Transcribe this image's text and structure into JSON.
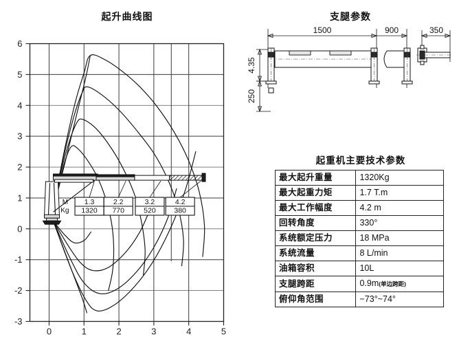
{
  "chart": {
    "title": "起升曲线图",
    "x_ticks": [
      "0",
      "1",
      "2",
      "3",
      "4",
      "5"
    ],
    "y_ticks": [
      "6",
      "5",
      "4",
      "3",
      "2",
      "1",
      "0",
      "-1",
      "-2",
      "-3"
    ],
    "unit_label_m": "M",
    "unit_label_kg": "Kg",
    "load_boxes": [
      {
        "radius": "1.3",
        "load": "1320"
      },
      {
        "radius": "2.2",
        "load": "770"
      },
      {
        "radius": "3.2",
        "load": "520"
      },
      {
        "radius": "4.2",
        "load": "380"
      }
    ]
  },
  "chart_data": {
    "type": "line",
    "title": "起升曲线图",
    "xlabel": "",
    "ylabel": "",
    "xlim": [
      -0.55,
      5.0
    ],
    "ylim": [
      -3,
      6
    ],
    "grid": true,
    "legend": false,
    "x_ticks": [
      0,
      1,
      2,
      3,
      4,
      5
    ],
    "y_ticks": [
      -3,
      -2,
      -1,
      0,
      1,
      2,
      3,
      4,
      5,
      6
    ],
    "annotations": [
      {
        "text": "M / 1.3",
        "value": "Kg / 1320"
      },
      {
        "text": "M / 2.2",
        "value": "Kg / 770"
      },
      {
        "text": "M / 3.2",
        "value": "Kg / 520"
      },
      {
        "text": "M / 4.2",
        "value": "Kg / 380"
      }
    ],
    "series": [
      {
        "name": "boom-fully-extended-upper",
        "points": [
          [
            0.05,
            0.3
          ],
          [
            0.45,
            2.6
          ],
          [
            0.75,
            4.1
          ],
          [
            1.0,
            5.05
          ],
          [
            1.18,
            5.62
          ],
          [
            1.6,
            5.48
          ],
          [
            2.1,
            5.1
          ],
          [
            2.6,
            4.6
          ],
          [
            3.1,
            3.95
          ],
          [
            3.6,
            3.1
          ],
          [
            4.0,
            2.2
          ],
          [
            4.3,
            1.2
          ],
          [
            4.45,
            0.1
          ],
          [
            4.4,
            -0.9
          ]
        ]
      },
      {
        "name": "boom-section-3-upper",
        "points": [
          [
            0.05,
            0.3
          ],
          [
            0.4,
            2.25
          ],
          [
            0.7,
            3.6
          ],
          [
            0.95,
            4.42
          ],
          [
            1.1,
            4.6
          ],
          [
            1.5,
            4.35
          ],
          [
            2.0,
            3.85
          ],
          [
            2.5,
            3.2
          ],
          [
            3.0,
            2.45
          ],
          [
            3.4,
            1.6
          ],
          [
            3.7,
            0.65
          ],
          [
            3.85,
            -0.35
          ],
          [
            3.8,
            -1.2
          ]
        ]
      },
      {
        "name": "boom-section-2-upper",
        "points": [
          [
            0.05,
            0.3
          ],
          [
            0.35,
            1.9
          ],
          [
            0.6,
            2.9
          ],
          [
            0.8,
            3.45
          ],
          [
            0.95,
            3.55
          ],
          [
            1.3,
            3.3
          ],
          [
            1.7,
            2.75
          ],
          [
            2.1,
            2.0
          ],
          [
            2.45,
            1.1
          ],
          [
            2.65,
            0.2
          ],
          [
            2.75,
            -0.7
          ],
          [
            2.7,
            -1.5
          ]
        ]
      },
      {
        "name": "boom-retracted-upper",
        "points": [
          [
            0.05,
            0.3
          ],
          [
            0.3,
            1.55
          ],
          [
            0.5,
            2.35
          ],
          [
            0.65,
            2.68
          ],
          [
            0.8,
            2.62
          ],
          [
            1.05,
            2.3
          ],
          [
            1.35,
            1.75
          ],
          [
            1.6,
            1.05
          ],
          [
            1.78,
            0.25
          ],
          [
            1.85,
            -0.55
          ],
          [
            1.82,
            -1.35
          ],
          [
            1.7,
            -2.0
          ]
        ]
      },
      {
        "name": "boom-straight-line",
        "points": [
          [
            0.05,
            0.3
          ],
          [
            0.5,
            2.35
          ],
          [
            0.8,
            3.75
          ],
          [
            1.05,
            4.9
          ],
          [
            1.18,
            5.62
          ]
        ]
      },
      {
        "name": "lower-arc-1",
        "points": [
          [
            0.12,
            0.25
          ],
          [
            0.55,
            -0.55
          ],
          [
            0.9,
            -1.1
          ],
          [
            1.25,
            -1.35
          ],
          [
            1.7,
            -1.25
          ],
          [
            2.2,
            -0.75
          ],
          [
            2.6,
            -0.1
          ],
          [
            2.9,
            0.65
          ]
        ]
      },
      {
        "name": "lower-arc-2",
        "points": [
          [
            0.12,
            0.25
          ],
          [
            0.6,
            -0.95
          ],
          [
            1.0,
            -1.75
          ],
          [
            1.45,
            -2.1
          ],
          [
            1.95,
            -1.95
          ],
          [
            2.5,
            -1.4
          ],
          [
            3.0,
            -0.6
          ],
          [
            3.4,
            0.35
          ],
          [
            3.65,
            1.3
          ]
        ]
      },
      {
        "name": "lower-arc-3",
        "points": [
          [
            0.12,
            0.25
          ],
          [
            0.65,
            -1.35
          ],
          [
            1.05,
            -2.3
          ],
          [
            1.35,
            -2.65
          ],
          [
            1.75,
            -2.55
          ],
          [
            2.3,
            -2.05
          ],
          [
            2.9,
            -1.2
          ],
          [
            3.45,
            -0.05
          ],
          [
            3.9,
            1.25
          ],
          [
            4.2,
            2.5
          ]
        ]
      },
      {
        "name": "lower-straight",
        "points": [
          [
            0.12,
            0.25
          ],
          [
            0.6,
            -1.2
          ],
          [
            0.95,
            -2.25
          ],
          [
            1.08,
            -2.72
          ]
        ]
      },
      {
        "name": "short-arc-inner",
        "points": [
          [
            0.12,
            0.25
          ],
          [
            0.45,
            -0.2
          ],
          [
            0.72,
            -0.45
          ],
          [
            1.0,
            -0.38
          ],
          [
            1.2,
            -0.1
          ]
        ]
      }
    ]
  },
  "outrigger": {
    "title": "支腿参数",
    "dimensions": {
      "span_main": "1500",
      "span_second": "900",
      "span_side": "350",
      "height_upper": "4.35",
      "height_lower": "250"
    }
  },
  "spec_table": {
    "title": "起重机主要技术参数",
    "rows": [
      {
        "key": "最大起升重量",
        "value": "1320Kg"
      },
      {
        "key": "最大起重力矩",
        "value": "1.7 T.m"
      },
      {
        "key": "最大工作幅度",
        "value": "4.2 m"
      },
      {
        "key": "回转角度",
        "value": "330°"
      },
      {
        "key": "系统额定压力",
        "value": "18 MPa"
      },
      {
        "key": "系统流量",
        "value": "8 L/min"
      },
      {
        "key": "油箱容积",
        "value": "10L"
      },
      {
        "key": "支腿跨距",
        "value": "0.9m(单边跨距)"
      },
      {
        "key": "俯仰角范围",
        "value": "−73°~74°"
      }
    ]
  }
}
